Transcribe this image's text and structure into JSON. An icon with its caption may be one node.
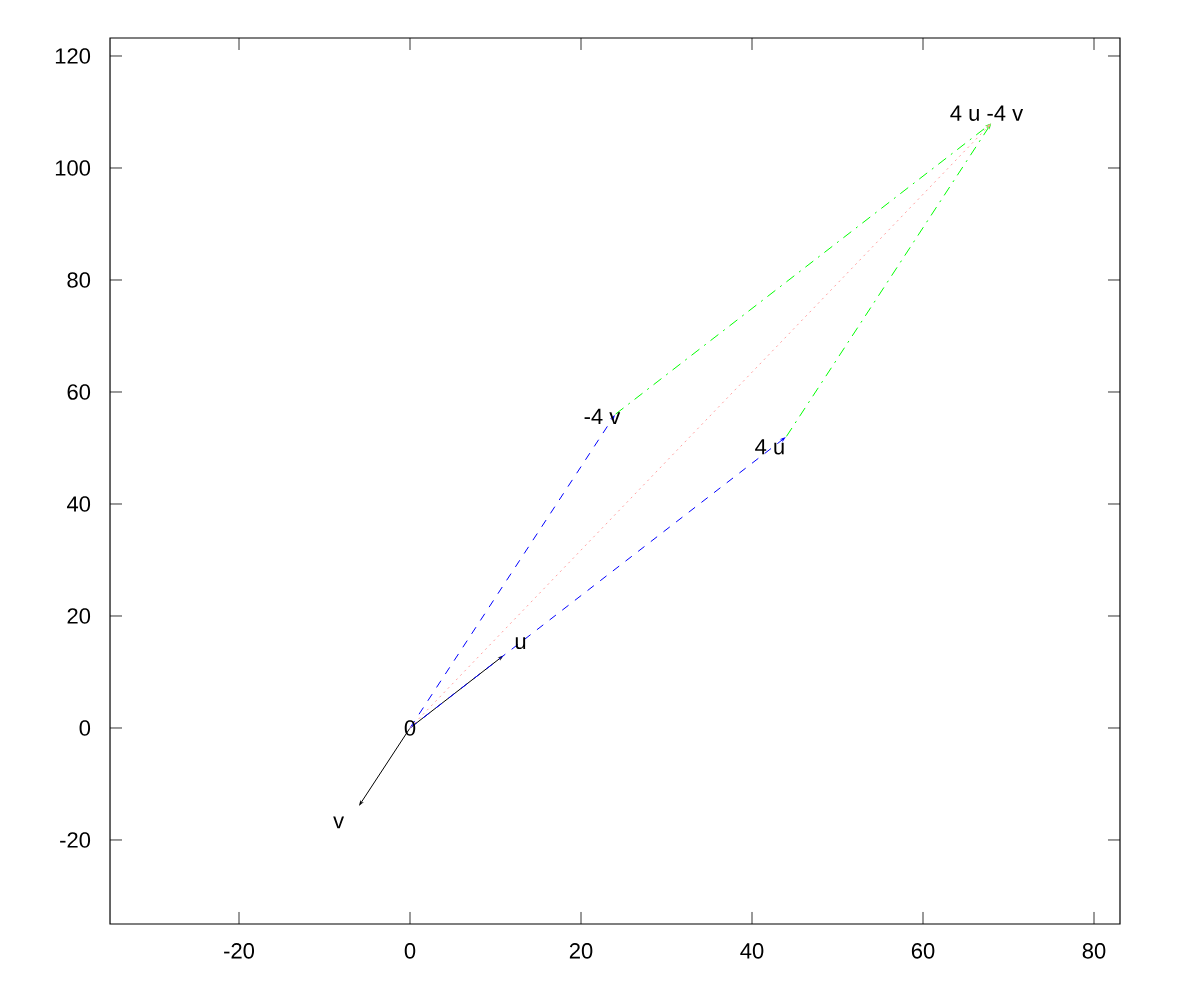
{
  "diagram": {
    "nodes": [
      {
        "text": [
          "0"
        ]
      },
      {
        "text": [
          "u"
        ]
      },
      {
        "text": [
          "v"
        ]
      },
      {
        "text": [
          "4 u"
        ]
      },
      {
        "text": [
          "-4 v"
        ]
      },
      {
        "text": [
          "4 u -4 v"
        ]
      }
    ],
    "edges": [
      {
        "from": 0,
        "to": 1,
        "arrow": "to"
      },
      {
        "from": 0,
        "to": 2,
        "arrow": "to"
      },
      {
        "from": 0,
        "to": 3,
        "arrow": "to",
        "style": "dashed",
        "color": "#0000ff"
      },
      {
        "from": 0,
        "to": 4,
        "arrow": "to",
        "style": "dashed",
        "color": "#0000ff"
      },
      {
        "from": 3,
        "to": 5,
        "arrow": "to",
        "style": "dashed",
        "color": "#00ff00"
      },
      {
        "from": 4,
        "to": 5,
        "arrow": "to",
        "style": "dashed",
        "color": "#00ff00"
      },
      {
        "from": 0,
        "to": 5,
        "arrow": "to",
        "style": "dashed",
        "color": "#ffa0a0"
      }
    ],
    "labels": [
      "120",
      "100",
      "80",
      "60",
      "40",
      "20",
      "0",
      "-20",
      "-20",
      "0",
      "20",
      "40",
      "60",
      "80"
    ]
  }
}
